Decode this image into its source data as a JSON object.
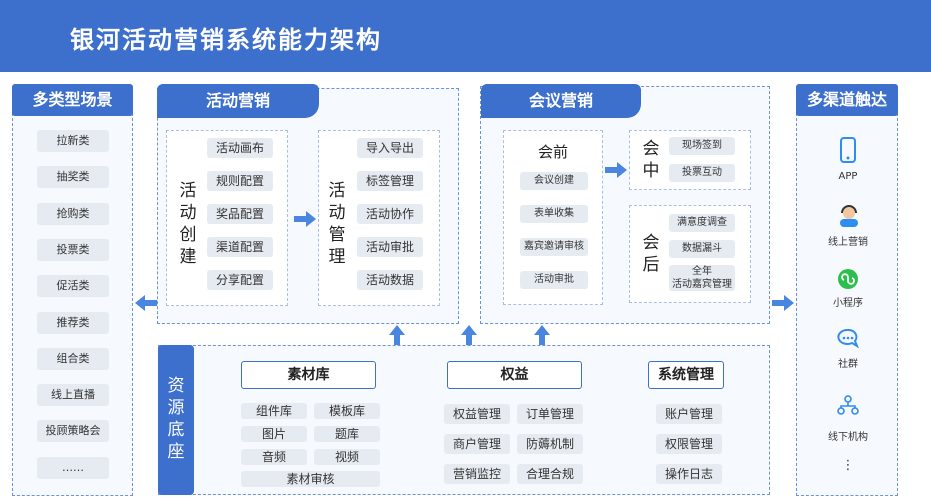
{
  "header": {
    "title": "银河活动营销系统能力架构"
  },
  "scenes": {
    "title": "多类型场景",
    "items": [
      "拉新类",
      "抽奖类",
      "抢购类",
      "投票类",
      "促活类",
      "推荐类",
      "组合类",
      "线上直播",
      "投顾策略会",
      "……"
    ]
  },
  "activity": {
    "title": "活动营销",
    "create_title": "活动创建",
    "create_items": [
      "活动画布",
      "规则配置",
      "奖品配置",
      "渠道配置",
      "分享配置"
    ],
    "manage_title": "活动管理",
    "manage_items": [
      "导入导出",
      "标签管理",
      "活动协作",
      "活动审批",
      "活动数据"
    ]
  },
  "meeting": {
    "title": "会议营销",
    "before_title": "会前",
    "before_items": [
      "会议创建",
      "表单收集",
      "嘉宾邀请审核",
      "活动审批"
    ],
    "during_title": "会中",
    "during_items": [
      "现场签到",
      "投票互动"
    ],
    "after_title": "会后",
    "after_items": [
      "满意度调查",
      "数据漏斗",
      "全年",
      "活动嘉宾管理"
    ]
  },
  "channels": {
    "title": "多渠道触达",
    "items": [
      {
        "label": "APP",
        "icon": "phone-icon"
      },
      {
        "label": "线上营销",
        "icon": "agent-icon"
      },
      {
        "label": "小程序",
        "icon": "miniprogram-icon"
      },
      {
        "label": "社群",
        "icon": "chat-icon"
      },
      {
        "label": "线下机构",
        "icon": "org-icon"
      },
      {
        "label": "⋮",
        "icon": "more-icon"
      }
    ]
  },
  "resources": {
    "title": "资源底座",
    "material": {
      "title": "素材库",
      "items": [
        "组件库",
        "模板库",
        "图片",
        "题库",
        "音频",
        "视频",
        "素材审核"
      ]
    },
    "rights": {
      "title": "权益",
      "items": [
        "权益管理",
        "订单管理",
        "商户管理",
        "防薅机制",
        "营销监控",
        "合理合规"
      ]
    },
    "system": {
      "title": "系统管理",
      "items": [
        "账户管理",
        "权限管理",
        "操作日志"
      ]
    }
  },
  "colors": {
    "primary": "#3d6fcc",
    "dash": "#6b94d6",
    "pill": "#e6ebf2",
    "arrow": "#4a86e0"
  }
}
